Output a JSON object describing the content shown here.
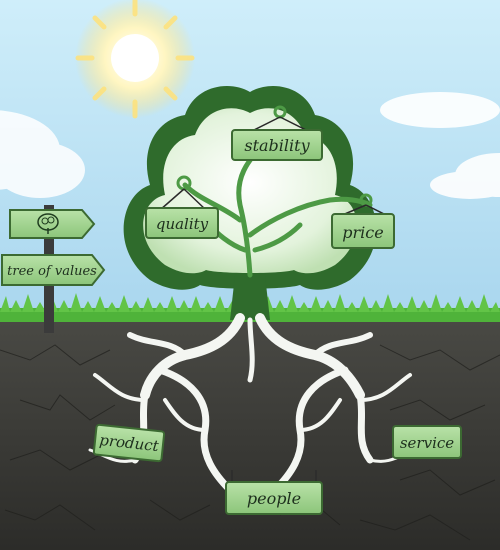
{
  "signpost": {
    "top_sign_icon": "tree-icon",
    "bottom_sign_label": "tree of values"
  },
  "tree_labels": {
    "stability": "stability",
    "quality": "quality",
    "price": "price"
  },
  "root_labels": {
    "product": "product",
    "service": "service",
    "people": "people"
  },
  "colors": {
    "sky": "#bfe3f5",
    "sun": "#fff3b0",
    "canopy_dark": "#2f6b2c",
    "canopy_light": "#e8f5e2",
    "sign_fill": "#9fd08f",
    "soil": "#3d3d3a",
    "grass": "#4fb33a",
    "root": "#f4f6f2"
  }
}
